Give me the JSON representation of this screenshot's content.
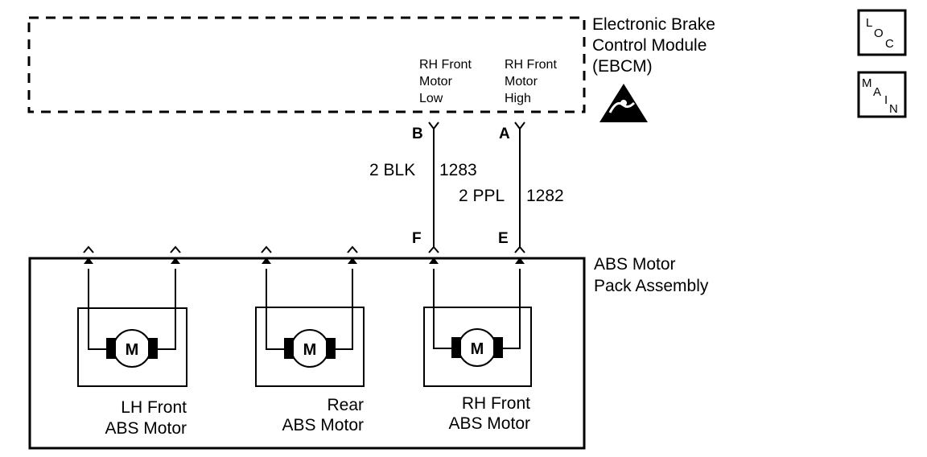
{
  "ebcm": {
    "label_line1": "Electronic Brake",
    "label_line2": "Control Module",
    "label_line3": "(EBCM)",
    "pin_low": {
      "line1": "RH Front",
      "line2": "Motor",
      "line3": "Low"
    },
    "pin_high": {
      "line1": "RH Front",
      "line2": "Motor",
      "line3": "High"
    }
  },
  "connectors": {
    "ebcm_low_pin": "B",
    "ebcm_high_pin": "A",
    "pack_low_pin": "F",
    "pack_high_pin": "E"
  },
  "wires": [
    {
      "gauge_color": "2 BLK",
      "circuit": "1283"
    },
    {
      "gauge_color": "2 PPL",
      "circuit": "1282"
    }
  ],
  "motor_pack": {
    "label_line1": "ABS Motor",
    "label_line2": "Pack Assembly"
  },
  "motors": [
    {
      "symbol": "M",
      "line1": "LH Front",
      "line2": "ABS Motor"
    },
    {
      "symbol": "M",
      "line1": "Rear",
      "line2": "ABS Motor"
    },
    {
      "symbol": "M",
      "line1": "RH Front",
      "line2": "ABS Motor"
    }
  ],
  "icons": {
    "esd": "esd-warning-icon",
    "loc": {
      "l": "L",
      "o": "O",
      "c": "C"
    },
    "main": {
      "m": "M",
      "a": "A",
      "i": "I",
      "n": "N"
    }
  }
}
